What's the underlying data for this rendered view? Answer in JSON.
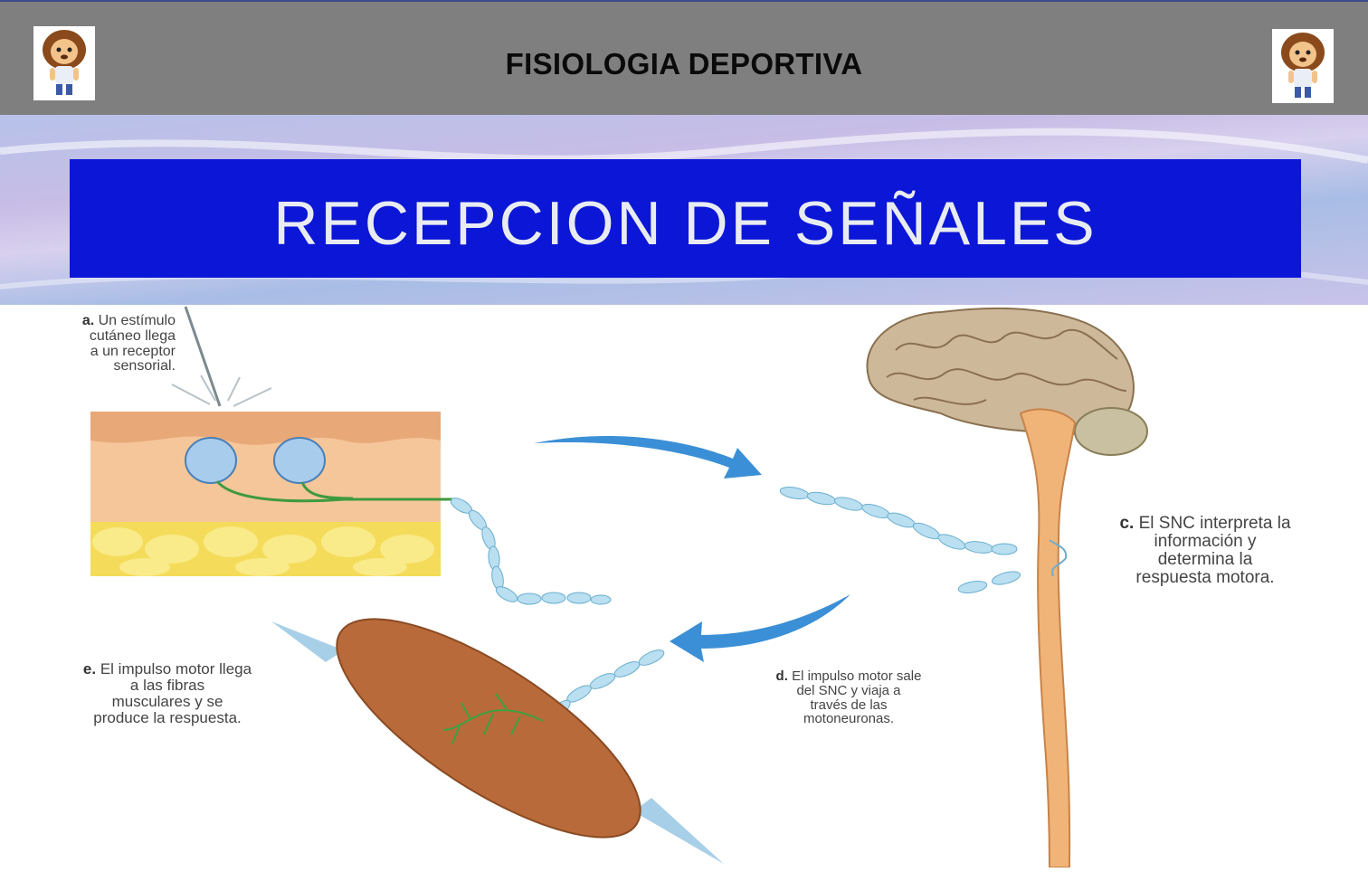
{
  "header": {
    "title": "FISIOLOGIA DEPORTIVA",
    "logo_icon": "lion-mascot-icon"
  },
  "banner": {
    "title": "RECEPCION DE SEÑALES",
    "color": "#0c16d6"
  },
  "diagram": {
    "steps": [
      {
        "letter": "a.",
        "text": [
          "Un estímulo",
          "cutáneo llega",
          "a un receptor",
          "sensorial."
        ]
      },
      {
        "letter": "c.",
        "text": [
          "El SNC interpreta la",
          "información y",
          "determina la",
          "respuesta motora."
        ]
      },
      {
        "letter": "d.",
        "text": [
          "El impulso motor sale",
          "del SNC y viaja a",
          "través de las",
          "motoneuronas."
        ]
      },
      {
        "letter": "e.",
        "text": [
          "El impulso motor llega",
          "a las fibras",
          "musculares y se",
          "produce la respuesta."
        ]
      }
    ]
  }
}
